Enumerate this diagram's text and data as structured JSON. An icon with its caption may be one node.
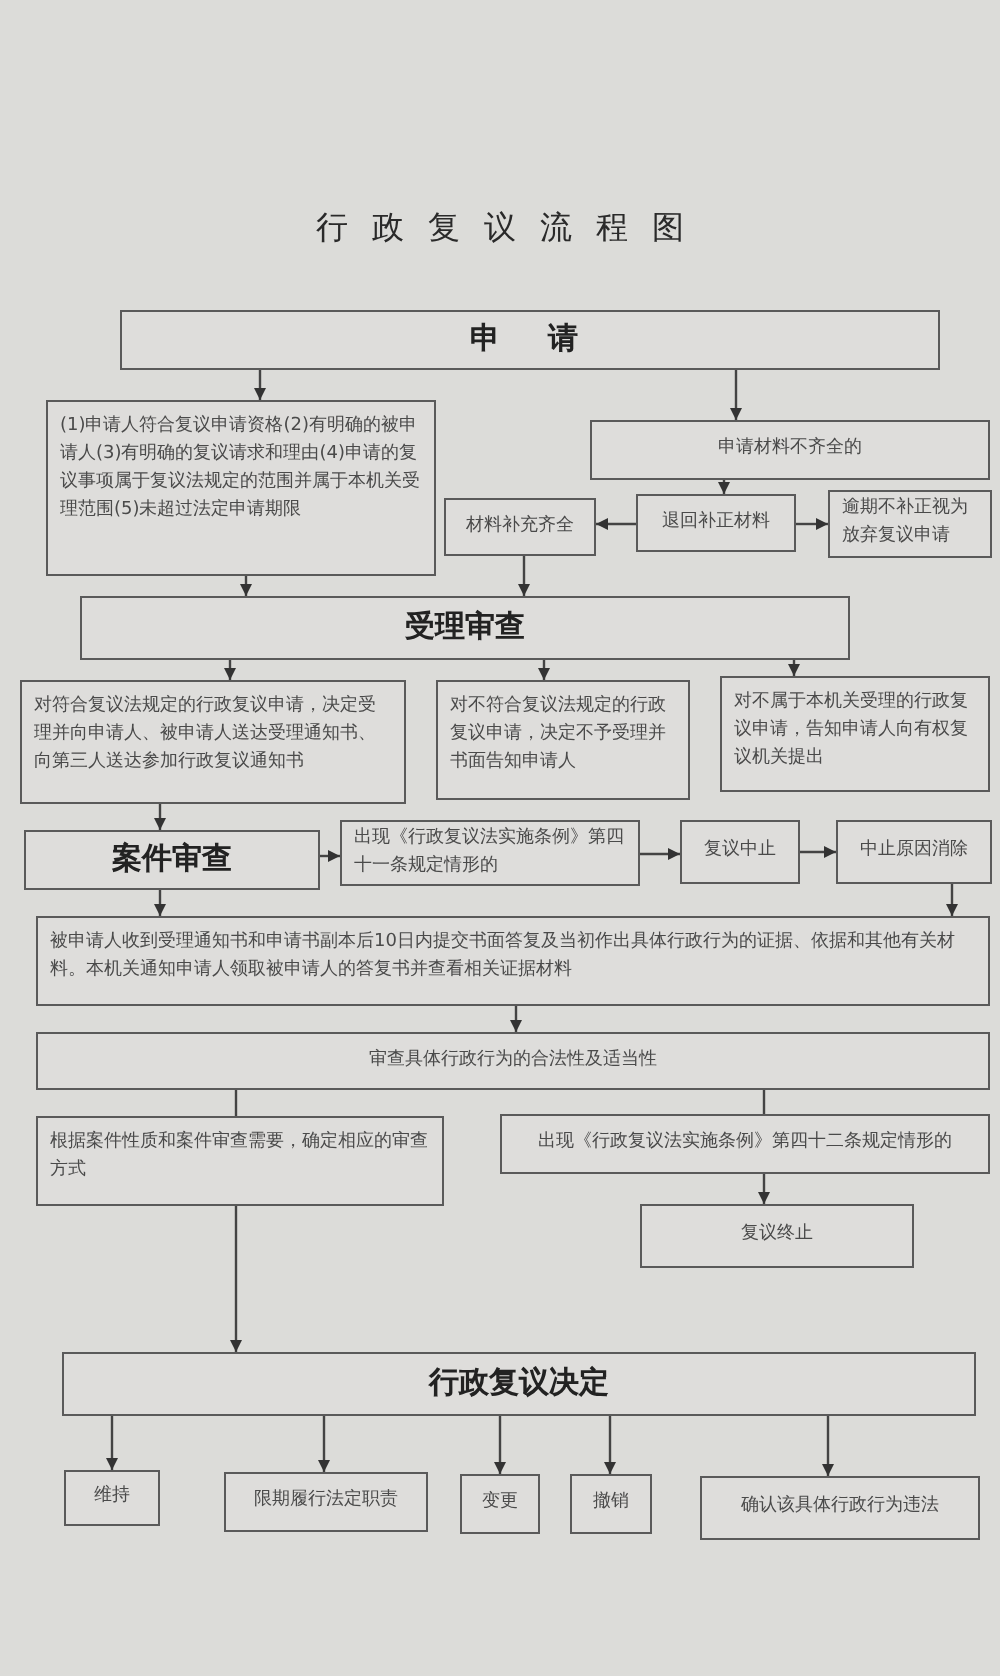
{
  "diagram": {
    "title": "行政复议流程图",
    "nodes": [
      {
        "text": [
          "申请"
        ]
      },
      {
        "text": [
          "(1)申请人符合复议申请资格(2)有明确的被申请人(3)有明确的复议请求和理由(4)申请的复议事项属于复议法规定的范围并属于本机关受理范围(5)未超过法定申请期限"
        ]
      },
      {
        "text": [
          "申请材料不齐全的"
        ]
      },
      {
        "text": [
          "材料补充齐全"
        ]
      },
      {
        "text": [
          "退回补正材料"
        ]
      },
      {
        "text": [
          "逾期不补正视为放弃复议申请"
        ]
      },
      {
        "text": [
          "受理审查"
        ]
      },
      {
        "text": [
          "对符合复议法规定的行政复议申请，决定受理并向申请人、被申请人送达受理通知书、向第三人送达参加行政复议通知书"
        ]
      },
      {
        "text": [
          "对不符合复议法规定的行政复议申请，决定不予受理并书面告知申请人"
        ]
      },
      {
        "text": [
          "对不属于本机关受理的行政复议申请，告知申请人向有权复议机关提出"
        ]
      },
      {
        "text": [
          "案件审查"
        ]
      },
      {
        "text": [
          "出现《行政复议法实施条例》第四十一条规定情形的"
        ]
      },
      {
        "text": [
          "复议中止"
        ]
      },
      {
        "text": [
          "中止原因消除"
        ]
      },
      {
        "text": [
          "被申请人收到受理通知书和申请书副本后10日内提交书面答复及当初作出具体行政行为的证据、依据和其他有关材料。本机关通知申请人领取被申请人的答复书并查看相关证据材料"
        ]
      },
      {
        "text": [
          "审查具体行政行为的合法性及适当性"
        ]
      },
      {
        "text": [
          "根据案件性质和案件审查需要，确定相应的审查方式"
        ]
      },
      {
        "text": [
          "出现《行政复议法实施条例》第四十二条规定情形的"
        ]
      },
      {
        "text": [
          "复议终止"
        ]
      },
      {
        "text": [
          "行政复议决定"
        ]
      },
      {
        "text": [
          "维持"
        ]
      },
      {
        "text": [
          "限期履行法定职责"
        ]
      },
      {
        "text": [
          "变更"
        ]
      },
      {
        "text": [
          "撤销"
        ]
      },
      {
        "text": [
          "确认该具体行政行为违法"
        ]
      }
    ],
    "edges": [
      {
        "from": 0,
        "to": 1,
        "arrow": "to"
      },
      {
        "from": 0,
        "to": 2,
        "arrow": "to"
      },
      {
        "from": 2,
        "to": 4,
        "arrow": "to"
      },
      {
        "from": 4,
        "to": 3,
        "arrow": "to"
      },
      {
        "from": 4,
        "to": 5,
        "arrow": "to"
      },
      {
        "from": 1,
        "to": 6,
        "arrow": "to"
      },
      {
        "from": 3,
        "to": 6,
        "arrow": "to"
      },
      {
        "from": 6,
        "to": 7,
        "arrow": "to"
      },
      {
        "from": 6,
        "to": 8,
        "arrow": "to"
      },
      {
        "from": 6,
        "to": 9,
        "arrow": "to"
      },
      {
        "from": 7,
        "to": 10,
        "arrow": "to"
      },
      {
        "from": 10,
        "to": 11,
        "arrow": "to"
      },
      {
        "from": 11,
        "to": 12,
        "arrow": "to"
      },
      {
        "from": 12,
        "to": 13,
        "arrow": "to"
      },
      {
        "from": 13,
        "to": 14,
        "arrow": "to"
      },
      {
        "from": 10,
        "to": 14,
        "arrow": "to"
      },
      {
        "from": 14,
        "to": 15,
        "arrow": "to"
      },
      {
        "from": 15,
        "to": 16,
        "arrow": "none"
      },
      {
        "from": 15,
        "to": 17,
        "arrow": "none"
      },
      {
        "from": 17,
        "to": 18,
        "arrow": "to"
      },
      {
        "from": 16,
        "to": 19,
        "arrow": "to"
      },
      {
        "from": 19,
        "to": 20,
        "arrow": "to"
      },
      {
        "from": 19,
        "to": 21,
        "arrow": "to"
      },
      {
        "from": 19,
        "to": 22,
        "arrow": "to"
      },
      {
        "from": 19,
        "to": 23,
        "arrow": "to"
      },
      {
        "from": 19,
        "to": 24,
        "arrow": "to"
      }
    ]
  }
}
